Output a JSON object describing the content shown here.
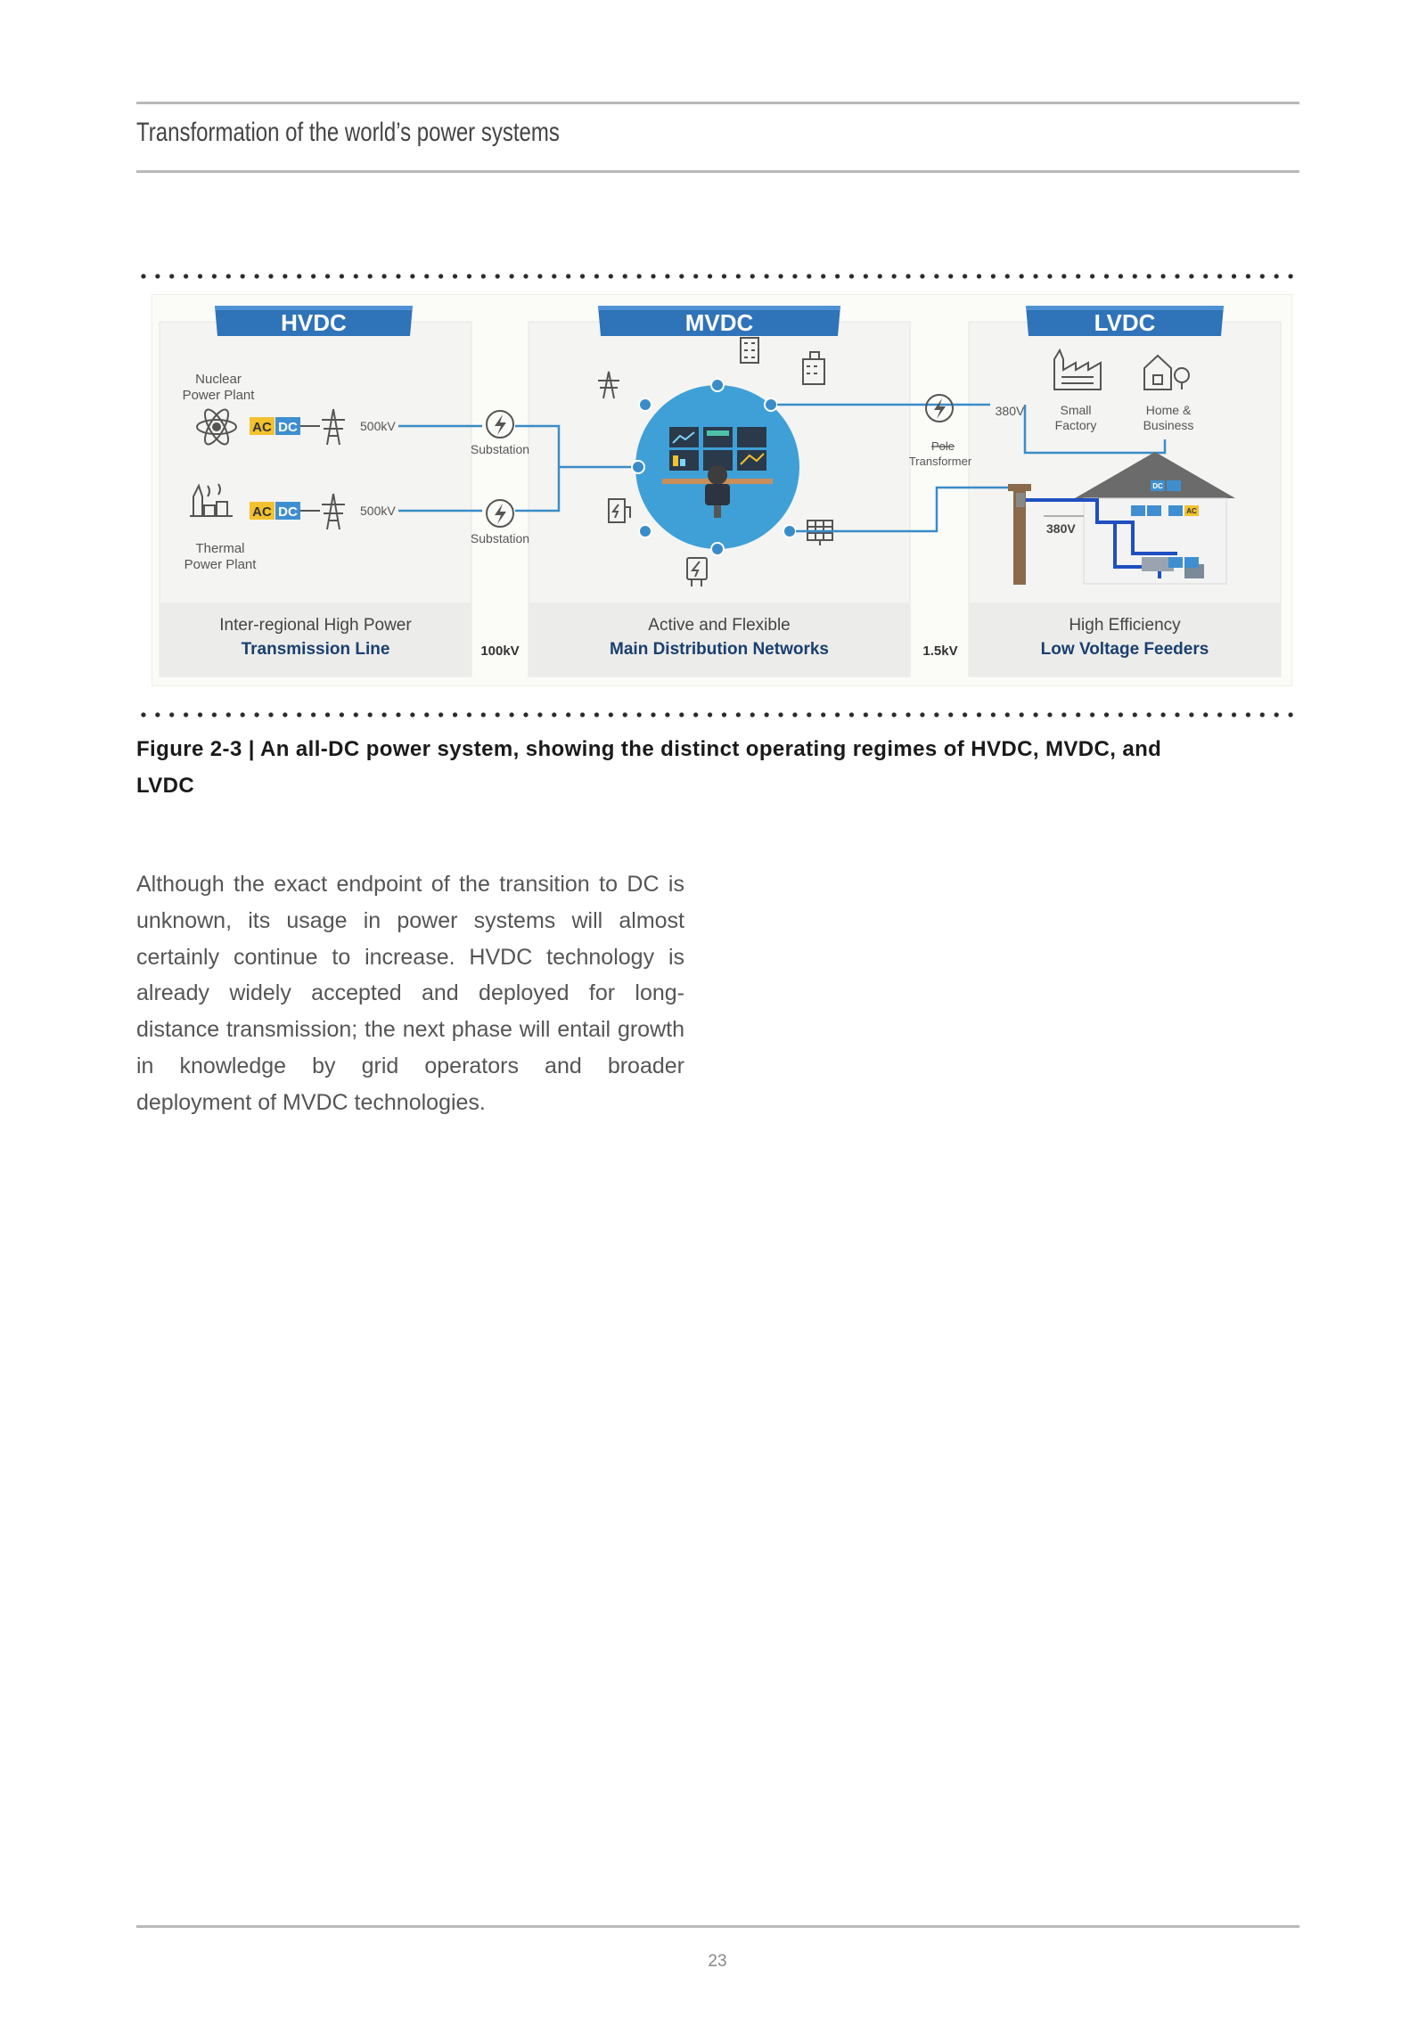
{
  "header": {
    "title": "Transformation of the world’s power systems"
  },
  "figure": {
    "sections": [
      {
        "title": "HVDC",
        "footer_line1": "Inter-regional High Power",
        "footer_line2": "Transmission Line"
      },
      {
        "title": "MVDC",
        "footer_line1": "Active and Flexible",
        "footer_line2": "Main Distribution Networks"
      },
      {
        "title": "LVDC",
        "footer_line1": "High Efficiency",
        "footer_line2": "Low Voltage Feeders"
      }
    ],
    "voltages": {
      "hvdc_mvdc": "100kV",
      "mvdc_lvdc": "1.5kV"
    },
    "hvdc": {
      "nuclear_line1": "Nuclear",
      "nuclear_line2": "Power Plant",
      "thermal_line1": "Thermal",
      "thermal_line2": "Power Plant",
      "ac": "AC",
      "dc": "DC",
      "voltage_top": "500kV",
      "voltage_bottom": "500kV",
      "substation_top": "Substation",
      "substation_bottom": "Substation"
    },
    "lvdc": {
      "v380_top": "380V",
      "v380_house": "380V",
      "factory_line1": "Small",
      "factory_line2": "Factory",
      "home_line1": "Home &",
      "home_line2": "Business",
      "pole_line1": "Pole",
      "pole_line2": "Transformer",
      "dc": "DC",
      "ac": "AC"
    },
    "colors": {
      "banner": "#2f73b8",
      "line": "#3a8cc8",
      "ac": "#f2c12e",
      "dc": "#3f8fd0",
      "circle": "#3fa0d8"
    }
  },
  "caption": {
    "line1": "Figure 2-3 | An all-DC power system, showing the distinct operating regimes of HVDC, MVDC, and",
    "line2": "LVDC"
  },
  "body": {
    "paragraph": "Although the exact endpoint of the transition to DC is unknown, its usage in power systems will almost certainly continue to increase. HVDC technology is already widely accepted and deployed for long-distance transmission; the next phase will entail growth in knowledge by grid operators and broader deployment of MVDC technologies."
  },
  "footer": {
    "page_number": "23"
  }
}
